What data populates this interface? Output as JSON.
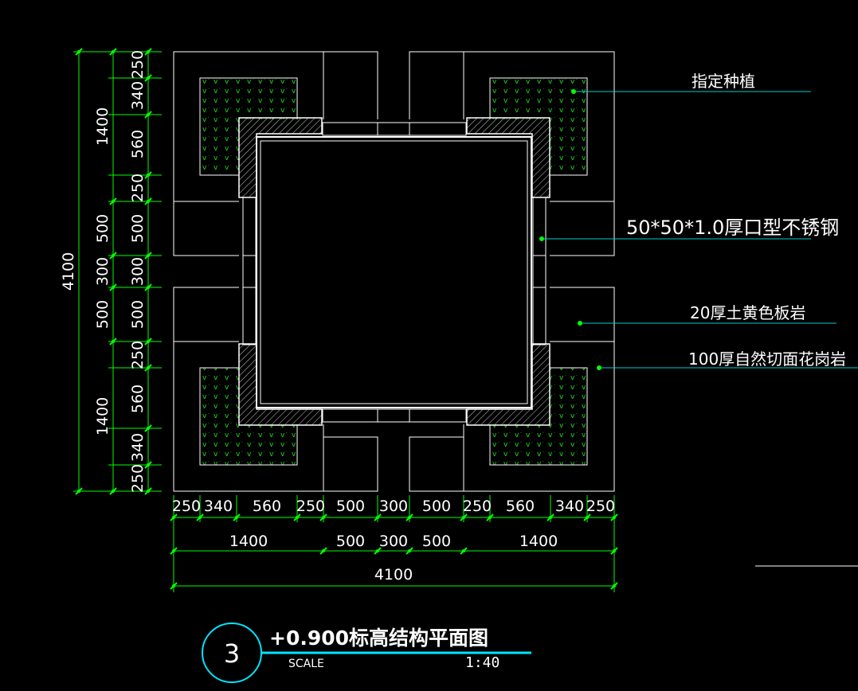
{
  "drawing": {
    "overall_width_label": "4100",
    "overall_height_label": "4100",
    "bottom_row1": [
      "250",
      "340",
      "560",
      "250",
      "500",
      "300",
      "500",
      "250",
      "560",
      "340",
      "250"
    ],
    "bottom_row2": [
      "1400",
      "500",
      "300",
      "500",
      "1400"
    ],
    "left_col_inner": [
      "250",
      "340",
      "560",
      "250",
      "500",
      "300",
      "500",
      "250",
      "560",
      "340",
      "250"
    ],
    "left_col_outer": [
      "1400",
      "500",
      "300",
      "500",
      "1400"
    ]
  },
  "annotations": {
    "planting": "指定种植",
    "steel": "50*50*1.0厚口型不锈钢",
    "slate": "20厚土黄色板岩",
    "granite": "100厚自然切面花岗岩"
  },
  "title_block": {
    "number": "3",
    "title": "+0.900标高结构平面图",
    "scale_label": "SCALE",
    "scale_value": "1:40"
  },
  "colors": {
    "background": "#000000",
    "lines": "#ffffff",
    "dimension": "#00ff00",
    "leader": "#00cccc",
    "title_circle": "#00e5ff"
  }
}
